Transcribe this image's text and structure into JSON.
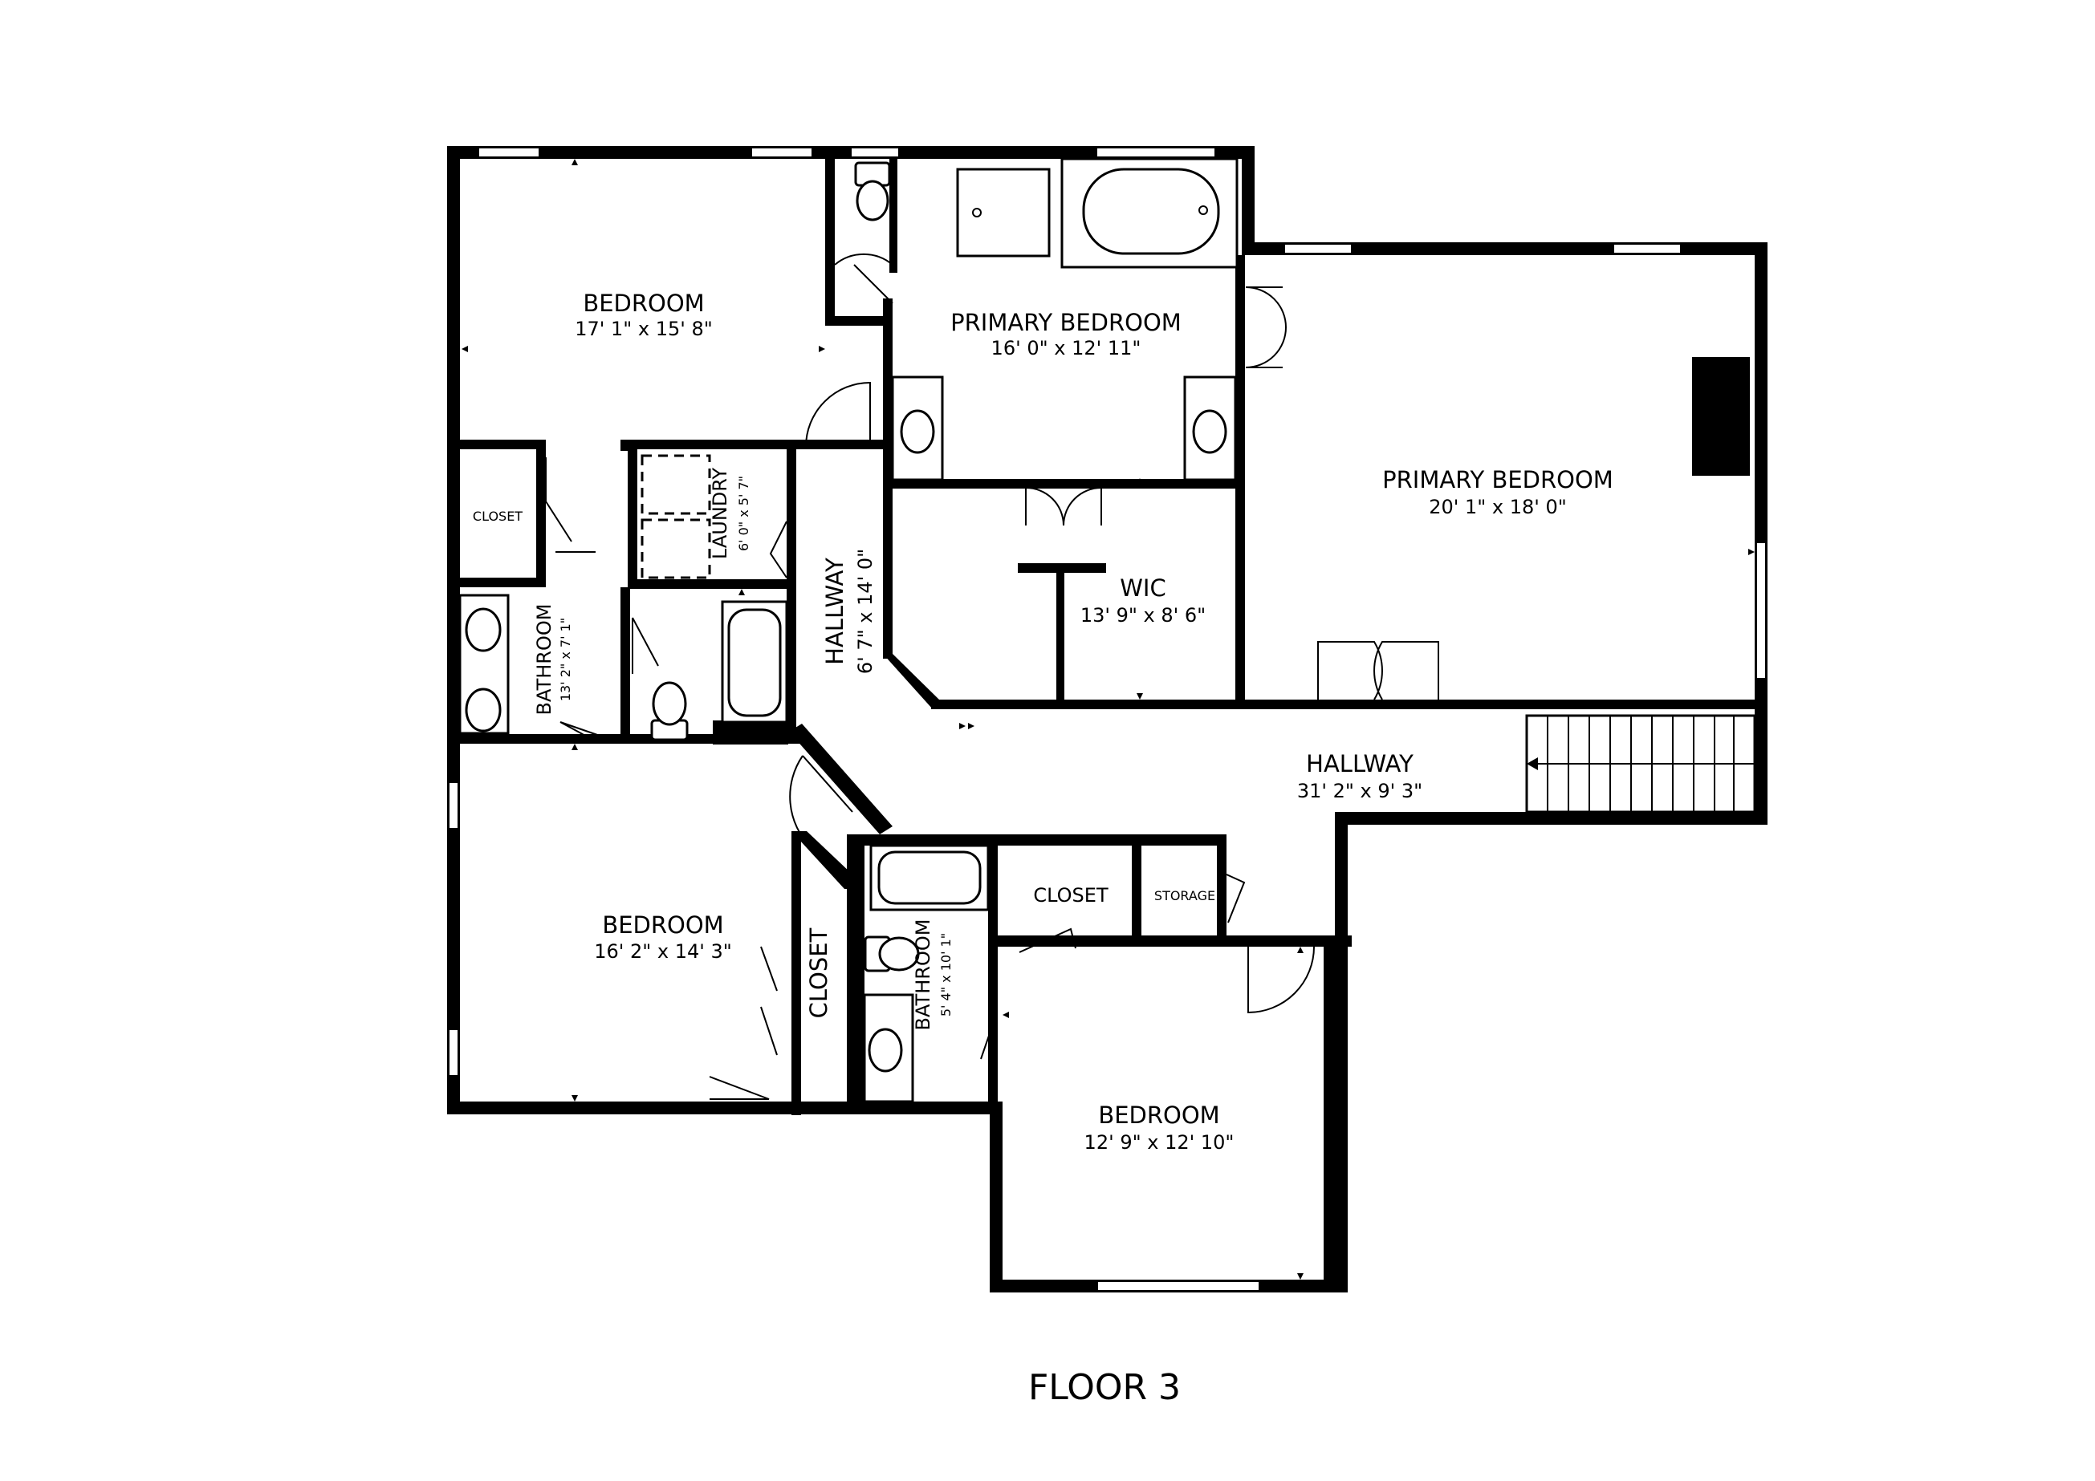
{
  "floor_label": "FLOOR 3",
  "rooms": {
    "bedroom_nw": {
      "name": "BEDROOM",
      "dims": "17' 1\" x 15' 8\""
    },
    "primary_bath": {
      "name": "PRIMARY BEDROOM",
      "dims": "16' 0\" x 12' 11\""
    },
    "primary_bedroom": {
      "name": "PRIMARY BEDROOM",
      "dims": "20' 1\" x 18' 0\""
    },
    "closet_small": {
      "name": "CLOSET"
    },
    "laundry": {
      "name": "LAUNDRY",
      "dims": "6' 0\" x 5' 7\""
    },
    "hallway_v": {
      "name": "HALLWAY",
      "dims": "6' 7\" x 14' 0\""
    },
    "wic": {
      "name": "WIC",
      "dims": "13' 9\" x 8' 6\""
    },
    "bathroom_w": {
      "name": "BATHROOM",
      "dims": "13' 2\" x 7' 1\""
    },
    "hallway_main": {
      "name": "HALLWAY",
      "dims": "31' 2\" x 9' 3\""
    },
    "bedroom_sw": {
      "name": "BEDROOM",
      "dims": "16' 2\" x 14' 3\""
    },
    "closet_v": {
      "name": "CLOSET"
    },
    "bathroom_s": {
      "name": "BATHROOM",
      "dims": "5' 4\" x 10' 1\""
    },
    "closet_s": {
      "name": "CLOSET"
    },
    "storage": {
      "name": "STORAGE"
    },
    "bedroom_se": {
      "name": "BEDROOM",
      "dims": "12' 9\" x 12' 10\""
    }
  }
}
